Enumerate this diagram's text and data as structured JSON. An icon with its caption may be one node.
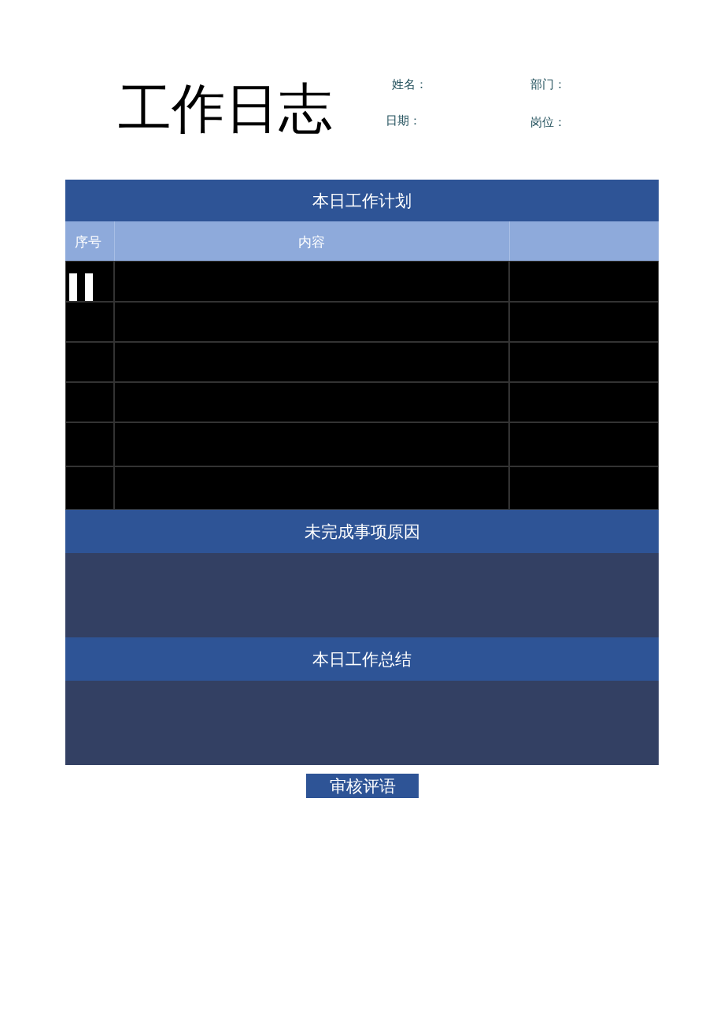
{
  "diagram": {
    "title": "工作日志",
    "nodes": [
      {
        "text": [],
        "shape": "box"
      },
      {
        "text": [],
        "shape": "box"
      }
    ],
    "labels": [
      "姓名：",
      "部门：",
      "日期：",
      "岗位：",
      "本日工作计划",
      "序号",
      "内容",
      "未完成事项原因",
      "本日工作总结",
      "审核评语"
    ]
  }
}
